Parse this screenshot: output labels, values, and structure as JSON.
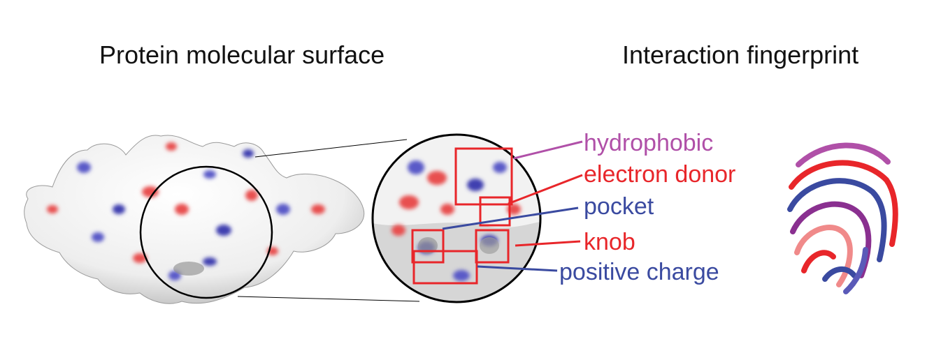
{
  "titles": {
    "left": "Protein molecular surface",
    "right": "Interaction fingerprint"
  },
  "labels": {
    "hydrophobic": "hydrophobic",
    "electron_donor": "electron donor",
    "pocket": "pocket",
    "knob": "knob",
    "positive_charge": "positive charge"
  },
  "colors": {
    "hydrophobic": "#b050a8",
    "electron_donor": "#e8262a",
    "pocket": "#3a4aa0",
    "knob": "#e8262a",
    "positive_charge": "#3a4aa0",
    "box": "#e8262a",
    "fingerprint_light_red": "#f08a8a",
    "fingerprint_purple": "#8a3090"
  }
}
